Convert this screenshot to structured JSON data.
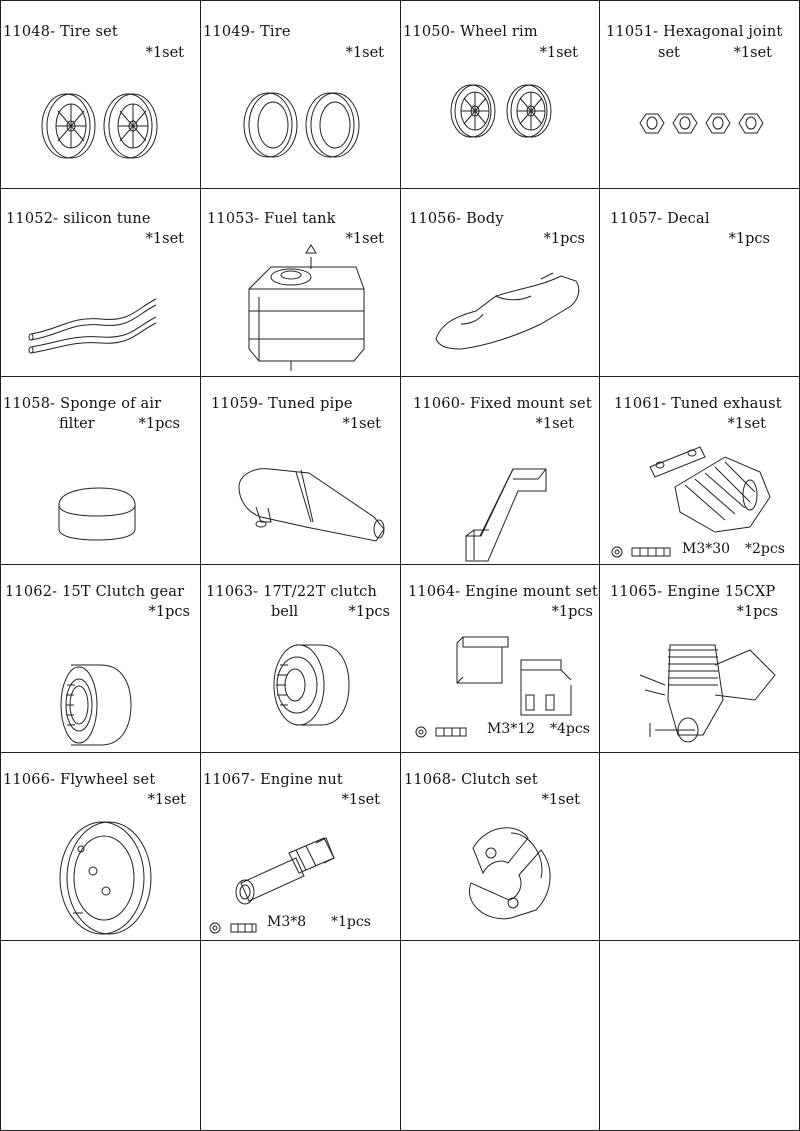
{
  "parts": [
    {
      "code": "11048",
      "name": "Tire set",
      "qty": "*1set"
    },
    {
      "code": "11049",
      "name": "Tire",
      "qty": "*1set"
    },
    {
      "code": "11050",
      "name": "Wheel rim",
      "qty": "*1set"
    },
    {
      "code": "11051",
      "name": "Hexagonal joint",
      "name2": "set",
      "qty": "*1set"
    },
    {
      "code": "11052",
      "name": "silicon tune",
      "qty": "*1set"
    },
    {
      "code": "11053",
      "name": "Fuel tank",
      "qty": "*1set"
    },
    {
      "code": "11056",
      "name": "Body",
      "qty": "*1pcs"
    },
    {
      "code": "11057",
      "name": "Decal",
      "qty": "*1pcs"
    },
    {
      "code": "11058",
      "name": "Sponge of air",
      "name2": "filter",
      "qty": "*1pcs"
    },
    {
      "code": "11059",
      "name": "Tuned pipe",
      "qty": "*1set"
    },
    {
      "code": "11060",
      "name": "Fixed mount set",
      "qty": "*1set"
    },
    {
      "code": "11061",
      "name": "Tuned exhaust",
      "qty": "*1set",
      "fastener": "M3*30",
      "fastener_qty": "*2pcs"
    },
    {
      "code": "11062",
      "name": "15T Clutch gear",
      "qty": "*1pcs"
    },
    {
      "code": "11063",
      "name": "17T/22T clutch",
      "name2": "bell",
      "qty": "*1pcs"
    },
    {
      "code": "11064",
      "name": "Engine mount set",
      "qty": "*1pcs",
      "fastener": "M3*12",
      "fastener_qty": "*4pcs"
    },
    {
      "code": "11065",
      "name": "Engine 15CXP",
      "qty": "*1pcs"
    },
    {
      "code": "11066",
      "name": "Flywheel set",
      "qty": "*1set"
    },
    {
      "code": "11067",
      "name": "Engine nut",
      "qty": "*1set",
      "fastener": "M3*8",
      "fastener_qty": "*1pcs"
    },
    {
      "code": "11068",
      "name": "Clutch set",
      "qty": "*1set"
    }
  ]
}
